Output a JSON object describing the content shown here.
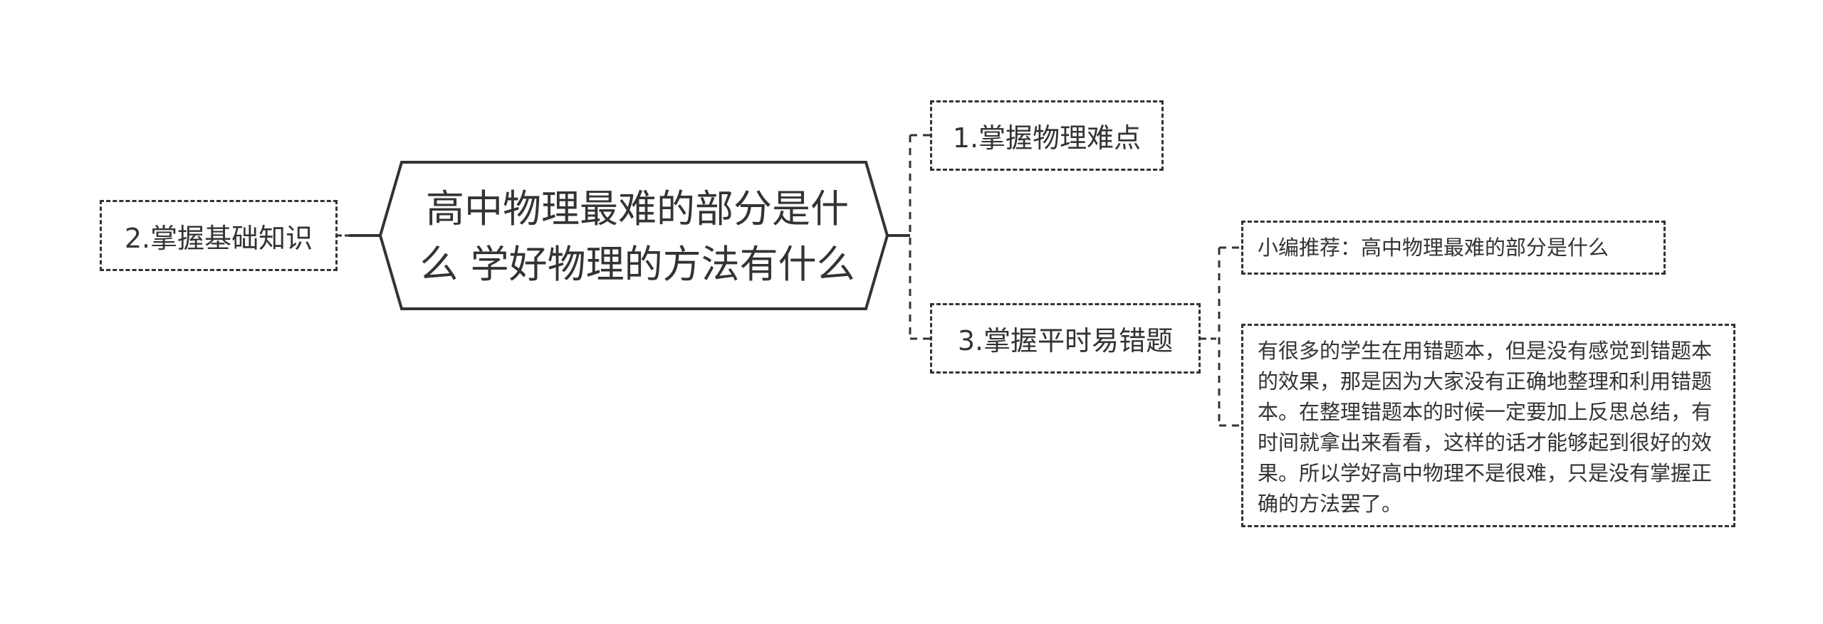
{
  "central_topic": {
    "line1": "高中物理最难的部分是什",
    "line2": "么 学好物理的方法有什么"
  },
  "branches": {
    "left": "2.掌握基础知识",
    "top": "1.掌握物理难点",
    "mid": "3.掌握平时易错题"
  },
  "leaves": {
    "recommend": "小编推荐：高中物理最难的部分是什么",
    "paragraph": "有很多的学生在用错题本，但是没有感觉到错题本的效果，那是因为大家没有正确地整理和利用错题本。在整理错题本的时候一定要加上反思总结，有时间就拿出来看看，这样的话才能够起到很好的效果。所以学好高中物理不是很难，只是没有掌握正确的方法罢了。"
  },
  "colors": {
    "line": "#333333",
    "text": "#333333",
    "background": "#ffffff"
  }
}
